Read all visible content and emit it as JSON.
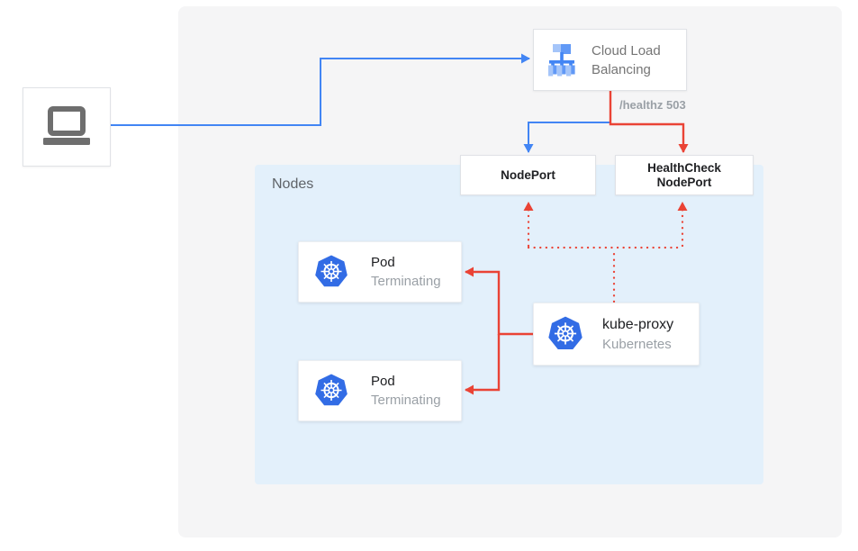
{
  "client_box": {
    "icon": "laptop-icon"
  },
  "load_balancer": {
    "line1": "Cloud Load",
    "line2": "Balancing",
    "icon": "cloud-load-balancing-icon"
  },
  "health_check_label": "/healthz 503",
  "node_port_box": {
    "label": "NodePort"
  },
  "health_check_node_port_box": {
    "line1": "HealthCheck",
    "line2": "NodePort"
  },
  "nodes_group": {
    "label": "Nodes"
  },
  "pods": [
    {
      "title": "Pod",
      "status": "Terminating"
    },
    {
      "title": "Pod",
      "status": "Terminating"
    }
  ],
  "kube_proxy": {
    "title": "kube-proxy",
    "subtitle": "Kubernetes"
  },
  "colors": {
    "traffic_blue": "#4285f4",
    "health_red": "#ea4335",
    "kubernetes_blue": "#326ce5",
    "nodes_background": "#e3f0fb",
    "panel_background": "#f5f5f6",
    "muted_text": "#9aa0a6"
  }
}
